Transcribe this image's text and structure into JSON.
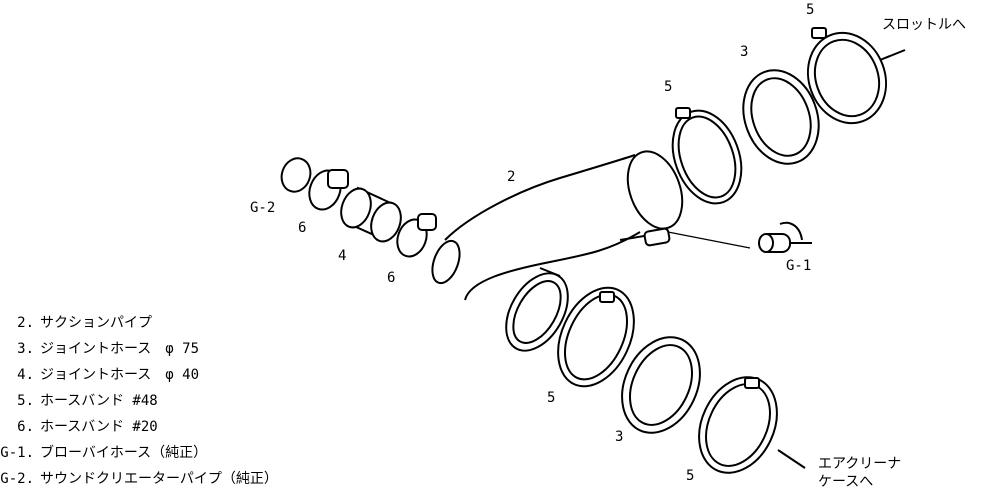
{
  "labels": {
    "throttle": "スロットルへ",
    "air_cleaner_1": "エアクリーナ",
    "air_cleaner_2": "ケースへ",
    "part_2": "2",
    "part_3_top": "3",
    "part_3_bottom": "3",
    "part_4": "4",
    "part_5_top": "5",
    "part_5_mid": "5",
    "part_5_lower": "5",
    "part_5_bottom": "5",
    "part_6_left": "6",
    "part_6_right": "6",
    "g1": "G-1",
    "g2": "G-2"
  },
  "legend": [
    {
      "num": "2.",
      "text": "サクションパイプ"
    },
    {
      "num": "3.",
      "text": "ジョイントホース　φ 75"
    },
    {
      "num": "4.",
      "text": "ジョイントホース　φ 40"
    },
    {
      "num": "5.",
      "text": "ホースバンド #48"
    },
    {
      "num": "6.",
      "text": "ホースバンド #20"
    },
    {
      "num": "G-1.",
      "text": "ブローバイホース（純正）"
    },
    {
      "num": "G-2.",
      "text": "サウンドクリエーターパイプ（純正）"
    }
  ]
}
